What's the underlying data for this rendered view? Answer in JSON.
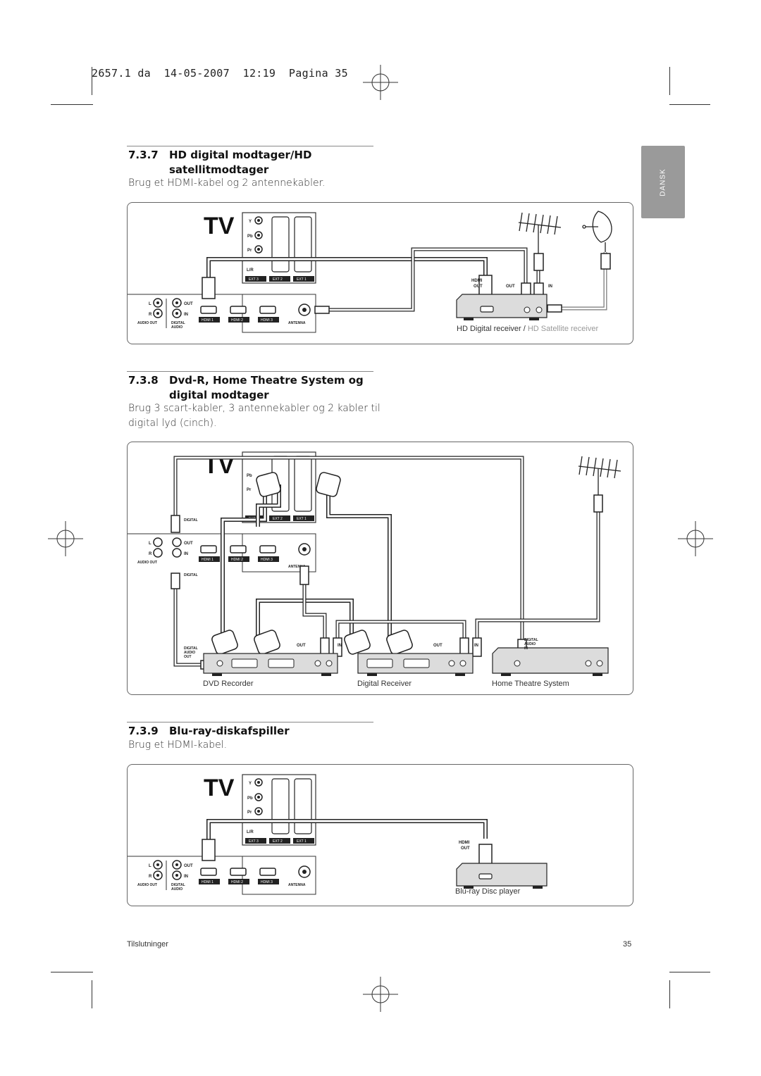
{
  "slug": "2657.1 da  14-05-2007  12:19  Pagina 35",
  "side_tab": "DANSK",
  "sections": [
    {
      "number": "7.3.7",
      "title_line1": "HD digital modtager/HD",
      "title_line2": "satellitmodtager",
      "body": "Brug et HDMI-kabel og 2 antennekabler."
    },
    {
      "number": "7.3.8",
      "title_line1": "Dvd-R, Home Theatre System og",
      "title_line2": "digital modtager",
      "body_line1": "Brug 3 scart-kabler, 3 antennekabler og 2 kabler til",
      "body_line2": "digital lyd (cinch)."
    },
    {
      "number": "7.3.9",
      "title_line1": "Blu-ray-diskafspiller",
      "body": "Brug et HDMI-kabel."
    }
  ],
  "tv_panel": {
    "tv_logo": "TV",
    "y": "Y",
    "pb": "Pb",
    "pr": "Pr",
    "lr": "L/R",
    "ext3": "EXT 3",
    "ext2": "EXT 2",
    "ext1": "EXT 1",
    "l": "L",
    "r": "R",
    "out": "OUT",
    "in": "IN",
    "audio_out": "AUDIO OUT",
    "digital": "DIGITAL",
    "audio": "AUDIO",
    "hdmi1": "HDMI 1",
    "hdmi2": "HDMI 2",
    "hdmi3": "HDMI 3",
    "antenna": "ANTENNA"
  },
  "diagram1": {
    "hdmi_out_line1": "HDMI",
    "hdmi_out_line2": "OUT",
    "ant_out": "OUT",
    "ant_in": "IN",
    "caption_main": "HD Digital receiver / ",
    "caption_grey": "HD Satellite receiver"
  },
  "diagram2": {
    "out": "OUT",
    "in": "IN",
    "digital": "DIGITAL",
    "audio": "AUDIO",
    "in_label": "IN",
    "out_label": "OUT",
    "dvd_recorder": "DVD Recorder",
    "digital_receiver": "Digital Receiver",
    "home_theatre": "Home Theatre System"
  },
  "diagram3": {
    "hdmi_out_line1": "HDMI",
    "hdmi_out_line2": "OUT",
    "caption": "Blu-ray Disc player"
  },
  "footer": {
    "left": "Tilslutninger",
    "right": "35"
  },
  "colors": {
    "tab_grey": "#9a9a9a",
    "caption_grey": "#999999",
    "line": "#222222"
  }
}
